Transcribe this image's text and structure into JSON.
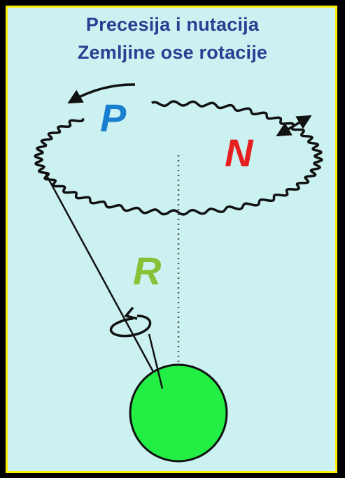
{
  "title": {
    "line1": "Precesija i nutacija",
    "line2": "Zemljine ose rotacije"
  },
  "labels": {
    "precession": "P",
    "nutation": "N",
    "rotation": "R"
  },
  "colors": {
    "background": "#ccf1f1",
    "border": "#ffee00",
    "title": "#2a3e93",
    "precession": "#1a7fd0",
    "nutation": "#e62020",
    "rotation": "#88c038",
    "earth": "#22ee44"
  }
}
